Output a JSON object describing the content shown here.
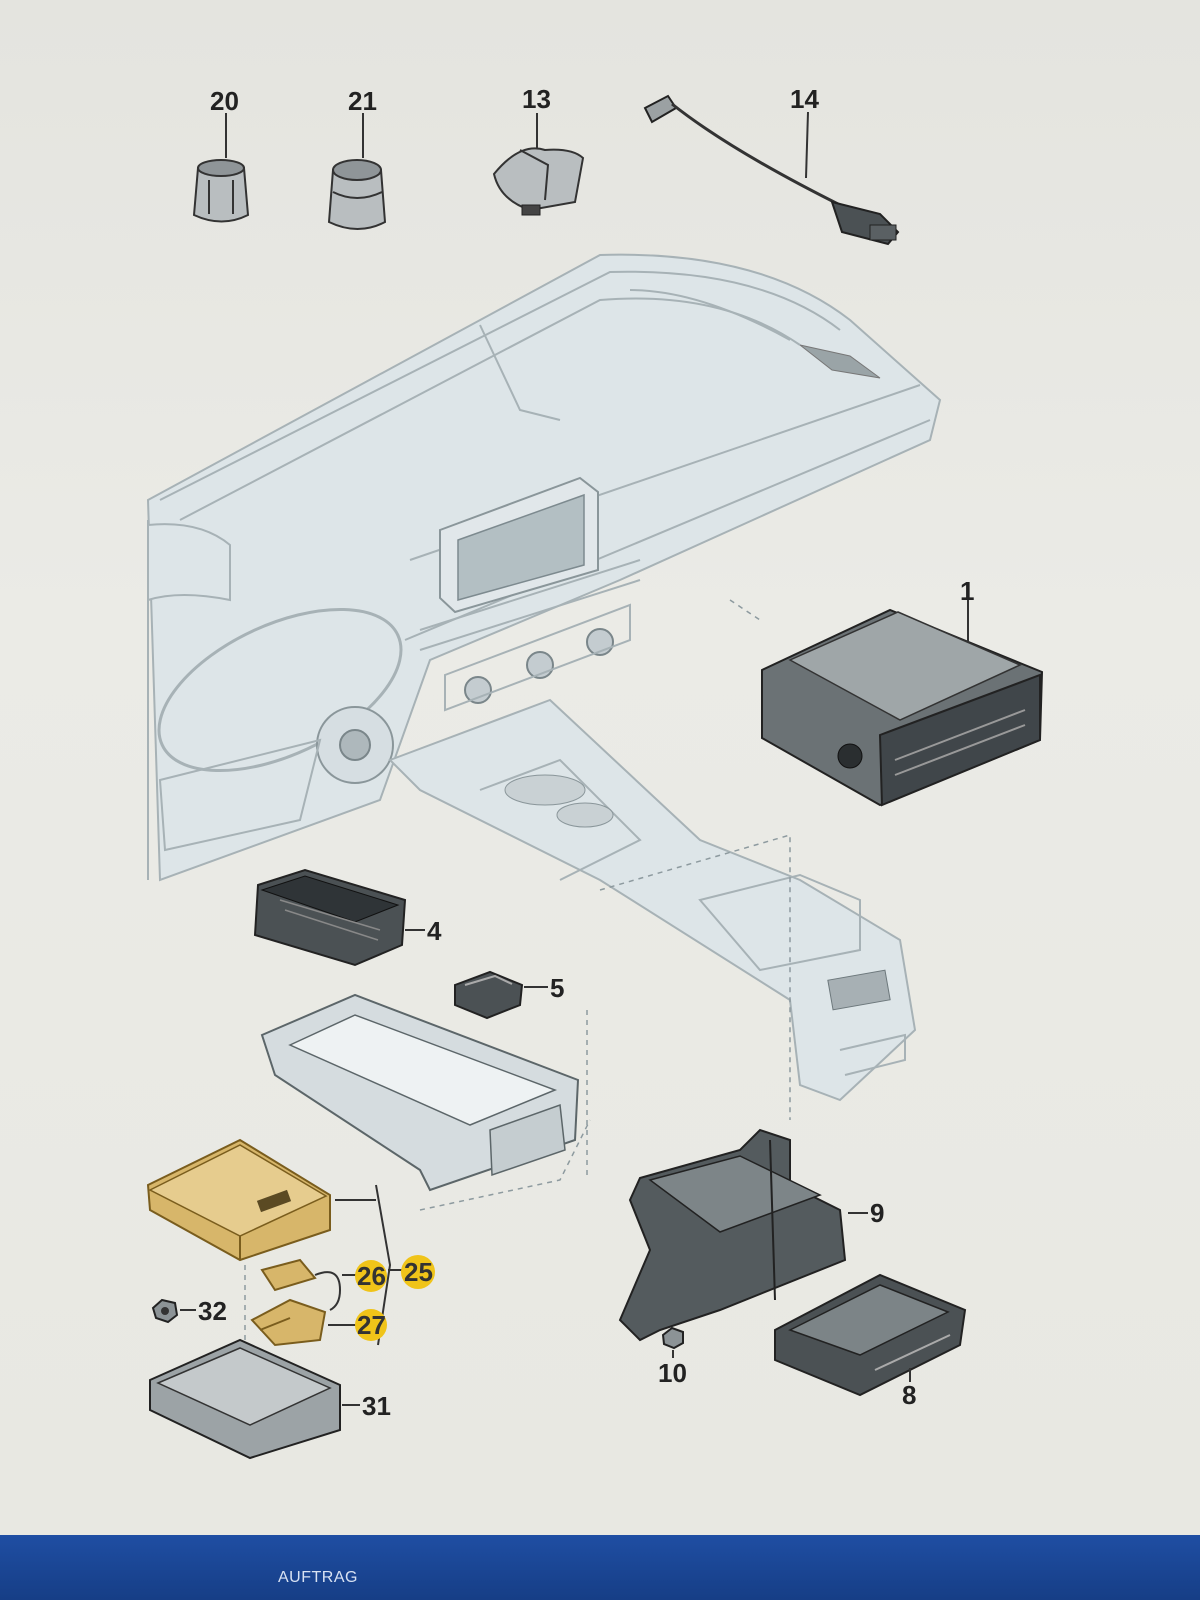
{
  "diagram": {
    "labels": {
      "p1": "1",
      "p4": "4",
      "p5": "5",
      "p8": "8",
      "p9": "9",
      "p10": "10",
      "p13": "13",
      "p14": "14",
      "p20": "20",
      "p21": "21",
      "p25": "25",
      "p26": "26",
      "p27": "27",
      "p31": "31",
      "p32": "32"
    },
    "highlighted_parts": [
      "25",
      "26",
      "27"
    ],
    "colors": {
      "highlight": "#f0c419",
      "gold_part": "#d7b66a",
      "body": "#dde5e8"
    }
  },
  "taskbar": {
    "label": "AUFTRAG"
  }
}
